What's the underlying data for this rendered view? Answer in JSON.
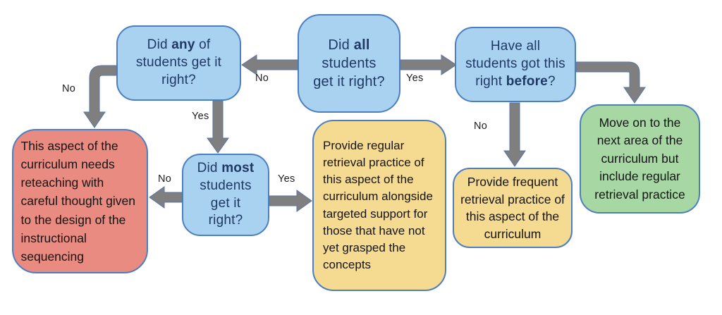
{
  "colors": {
    "blue_fill": "#a8d2f0",
    "yellow_fill": "#f5da92",
    "red_fill": "#e98b80",
    "green_fill": "#a7d7a3",
    "box_border": "#4d7ebf",
    "question_text": "#1f3864",
    "outcome_text": "#141414",
    "arrow_fill": "#7f7f7f"
  },
  "questions": {
    "all": {
      "pre": "Did ",
      "bold": "all",
      "post": " students get it right?"
    },
    "any": {
      "pre": "Did ",
      "bold": "any",
      "post": " of students get it right?"
    },
    "before": {
      "pre": "Have all students got this right ",
      "bold": "before",
      "post": "?"
    },
    "most": {
      "pre": "Did ",
      "bold": "most",
      "post": " students get it right?"
    }
  },
  "outcomes": {
    "reteach": "This aspect of the curriculum needs reteaching with careful thought given to the design of the instructional sequencing",
    "regular": "Provide regular retrieval practice of this aspect of the curriculum alongside targeted support for those that have not yet grasped the concepts",
    "frequent": "Provide frequent retrieval practice of this aspect of the curriculum",
    "moveon": "Move on to the next area of the curriculum but include regular retrieval practice"
  },
  "edge_labels": {
    "all_no": "No",
    "all_yes": "Yes",
    "any_no": "No",
    "any_yes": "Yes",
    "most_no": "No",
    "most_yes": "Yes",
    "before_no": "No"
  }
}
